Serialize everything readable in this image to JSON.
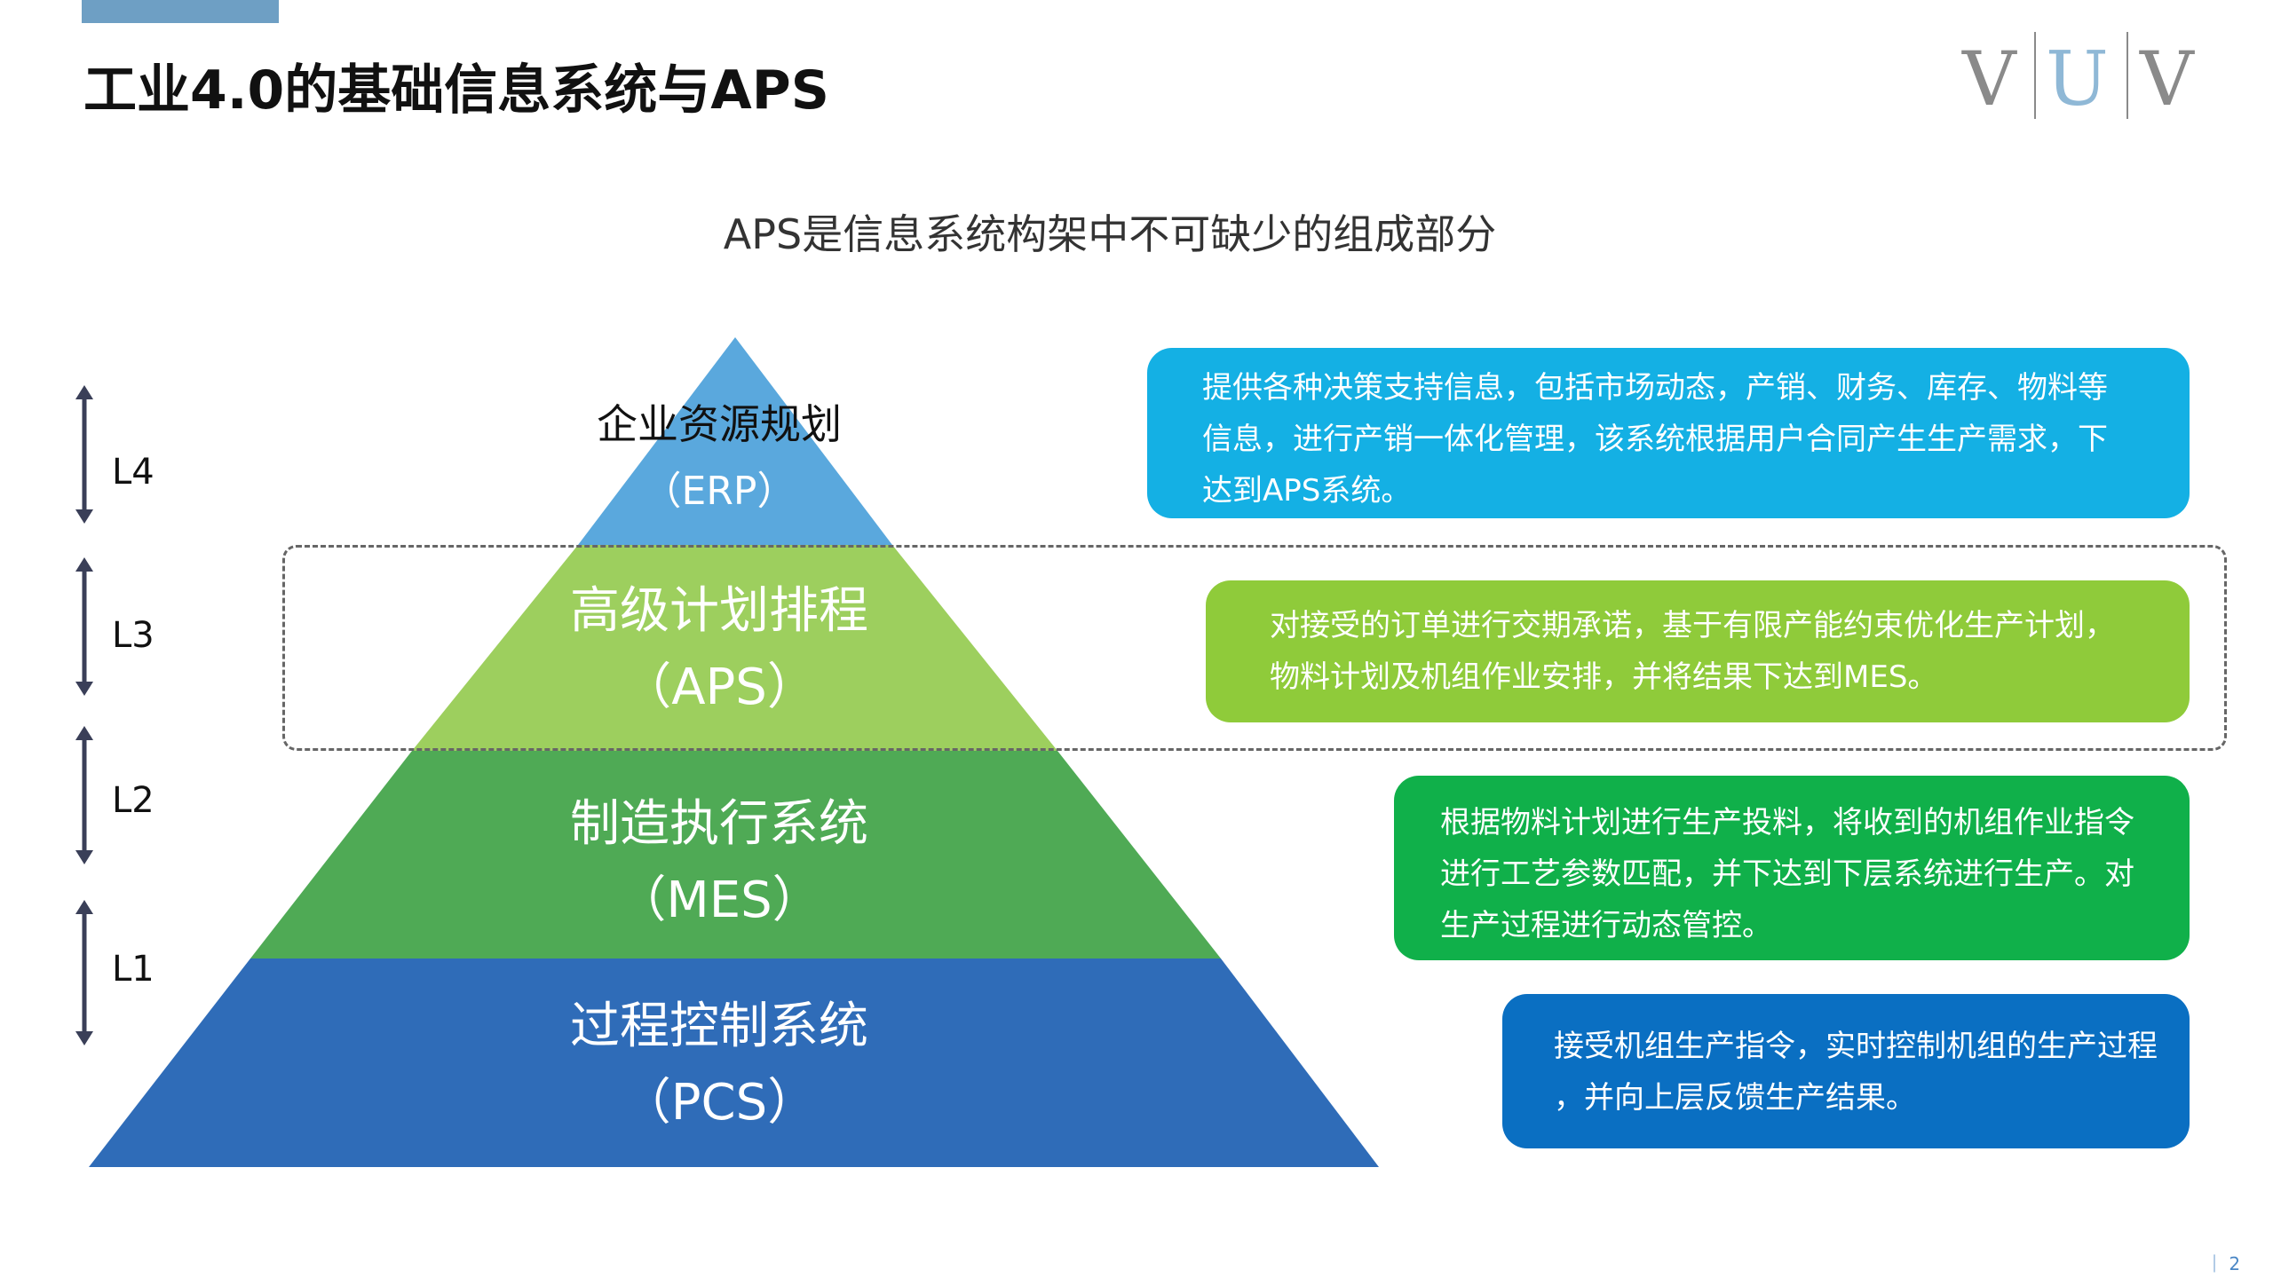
{
  "title": "工业4.0的基础信息系统与APS",
  "subtitle": "APS是信息系统构架中不可缺少的组成部分",
  "logo": {
    "letters": [
      "V",
      "U",
      "V"
    ]
  },
  "levels": [
    "L4",
    "L3",
    "L2",
    "L1"
  ],
  "pyramid": [
    {
      "name": "企业资源规划",
      "abbr": "（ERP）",
      "color": "#5aa8dd"
    },
    {
      "name": "高级计划排程",
      "abbr": "（APS）",
      "color": "#9dcf5e"
    },
    {
      "name": "制造执行系统",
      "abbr": "（MES）",
      "color": "#4faa55"
    },
    {
      "name": "过程控制系统",
      "abbr": "（PCS）",
      "color": "#2f6cb8"
    }
  ],
  "descriptions": [
    {
      "lines": [
        "提供各种决策支持信息，包括市场动态，产销、财务、库存、物料等",
        "信息，进行产销一体化管理，该系统根据用户合同产生生产需求，下",
        "达到APS系统。"
      ],
      "color": "#14b0e4"
    },
    {
      "lines": [
        "对接受的订单进行交期承诺，基于有限产能约束优化生产计划，",
        "物料计划及机组作业安排，并将结果下达到MES。"
      ],
      "color": "#8fcb3a"
    },
    {
      "lines": [
        "根据物料计划进行生产投料，将收到的机组作业指令",
        "进行工艺参数匹配，并下达到下层系统进行生产。对",
        "生产过程进行动态管控。"
      ],
      "color": "#10b04a"
    },
    {
      "lines": [
        "接受机组生产指令，实时控制机组的生产过程",
        "，并向上层反馈生产结果。"
      ],
      "color": "#0a6fc2"
    }
  ],
  "page_number": "｜ 2"
}
